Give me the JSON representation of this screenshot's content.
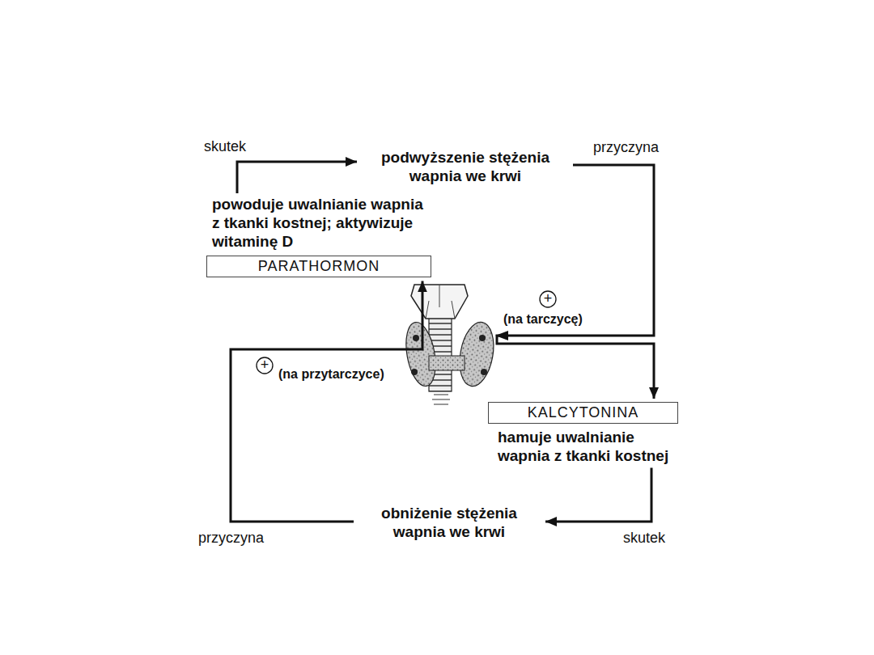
{
  "diagram": {
    "nodes": [
      {
        "text": [
          "podwyższenie stężenia wapnia we krwi"
        ]
      },
      {
        "text": [
          "powoduje uwalnianie wapnia z tkanki kostnej; aktywizuje witaminę D",
          "PARATHORMON"
        ]
      },
      {
        "text": [
          "KALCYTONINA",
          "hamuje uwalnianie wapnia z tkanki kostnej"
        ]
      },
      {
        "text": [
          "obniżenie stężenia wapnia we krwi"
        ]
      }
    ],
    "edges": [
      {
        "from": 1,
        "to": 0,
        "arrow": "to"
      },
      {
        "from": 0,
        "to": 2,
        "label": "(na tarczycę)",
        "arrow": "to"
      },
      {
        "from": 2,
        "to": 3,
        "arrow": "to"
      },
      {
        "from": 3,
        "to": 1,
        "label": "(na przytarczyce)",
        "arrow": "to"
      }
    ],
    "labels": [
      "skutek",
      "przyczyna",
      "+",
      "+",
      "przyczyna",
      "skutek"
    ]
  }
}
